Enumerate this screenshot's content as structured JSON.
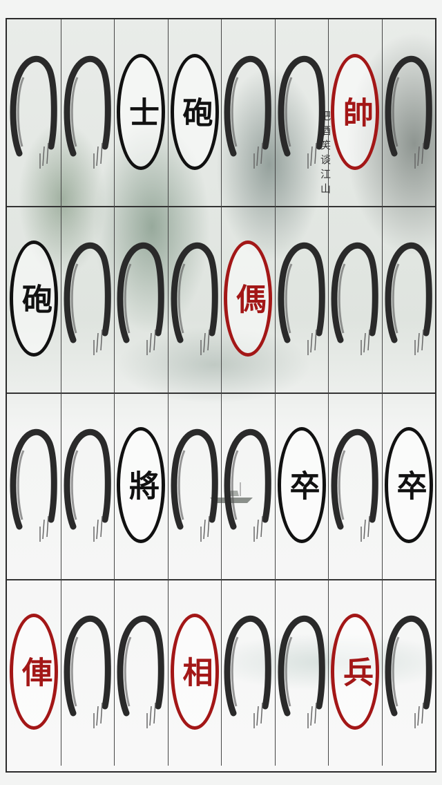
{
  "board": {
    "rows": 4,
    "cols": 8,
    "poem": "把酒笑谈江山",
    "cells": [
      [
        {
          "type": "back"
        },
        {
          "type": "back"
        },
        {
          "type": "piece",
          "char": "士",
          "color": "black"
        },
        {
          "type": "piece",
          "char": "砲",
          "color": "black"
        },
        {
          "type": "back"
        },
        {
          "type": "back"
        },
        {
          "type": "piece",
          "char": "帥",
          "color": "red"
        },
        {
          "type": "back"
        }
      ],
      [
        {
          "type": "piece",
          "char": "砲",
          "color": "black"
        },
        {
          "type": "back"
        },
        {
          "type": "back"
        },
        {
          "type": "back"
        },
        {
          "type": "piece",
          "char": "傌",
          "color": "red"
        },
        {
          "type": "back"
        },
        {
          "type": "back"
        },
        {
          "type": "back"
        }
      ],
      [
        {
          "type": "back"
        },
        {
          "type": "back"
        },
        {
          "type": "piece",
          "char": "將",
          "color": "black"
        },
        {
          "type": "back"
        },
        {
          "type": "back"
        },
        {
          "type": "piece",
          "char": "卒",
          "color": "black"
        },
        {
          "type": "back"
        },
        {
          "type": "piece",
          "char": "卒",
          "color": "black"
        }
      ],
      [
        {
          "type": "piece",
          "char": "俥",
          "color": "red"
        },
        {
          "type": "back"
        },
        {
          "type": "back"
        },
        {
          "type": "piece",
          "char": "相",
          "color": "red"
        },
        {
          "type": "back"
        },
        {
          "type": "back"
        },
        {
          "type": "piece",
          "char": "兵",
          "color": "red"
        },
        {
          "type": "back"
        }
      ]
    ]
  },
  "colors": {
    "red_piece": "#a31717",
    "black_piece": "#111111",
    "ink_stroke": "#2a2a2a"
  }
}
